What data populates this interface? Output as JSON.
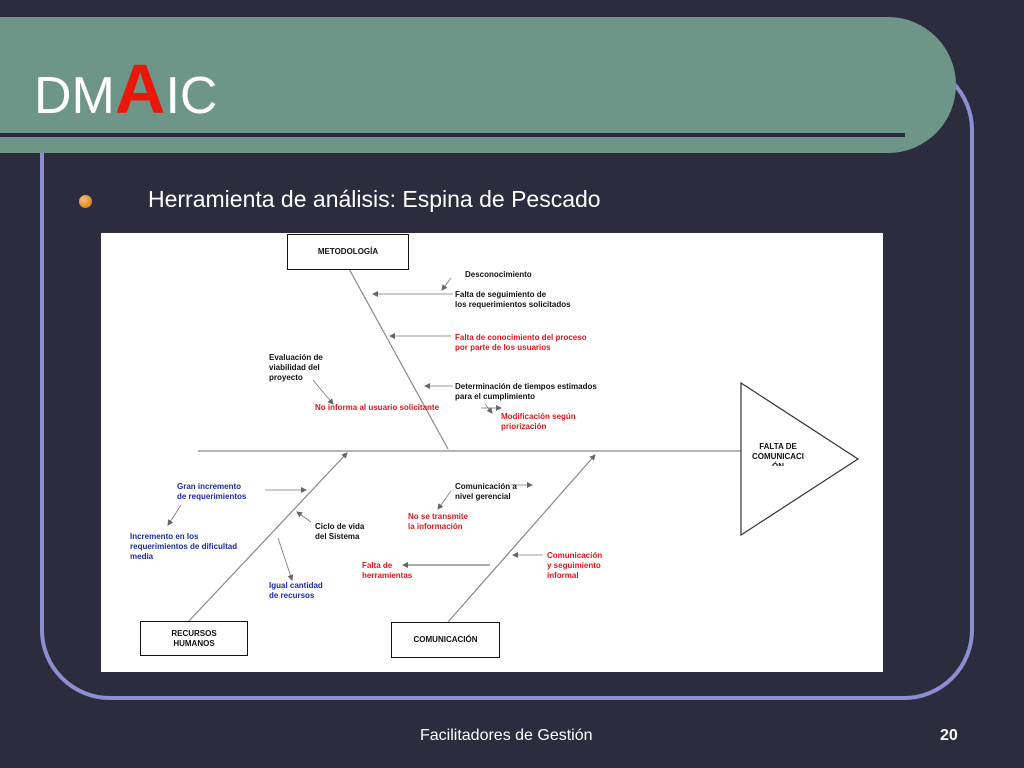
{
  "slide": {
    "title_pre": "DM",
    "title_big": "A",
    "title_post": "IC",
    "subtitle": "Herramienta de análisis: Espina de Pescado"
  },
  "diagram": {
    "head": "FALTA DE\nCOMUNICACI\nÓN",
    "categories": {
      "metodologia": "METODOLOGÍA",
      "recursos": "RECURSOS\nHUMANOS",
      "comunicacion": "COMUNICACIÓN"
    },
    "causes": {
      "desconocimiento": "Desconocimiento",
      "falta_seguimiento": "Falta de seguimiento de\nlos requerimientos solicitados",
      "falta_conocimiento": "Falta de conocimiento del proceso\npor parte de los usuarios",
      "evaluacion": "Evaluación de\nviabilidad del\nproyecto",
      "determinacion": "Determinación de tiempos estimados\npara el cumplimiento",
      "no_informa": "No informa al usuario solicitante",
      "modificacion": "Modificación según\npriorización",
      "gran_incremento": "Gran incremento\nde requerimientos",
      "incremento_dificultad": "Incremento en los\nrequerimientos de dificultad\nmedia",
      "ciclo_vida": "Ciclo de vida\ndel Sistema",
      "igual_cantidad": "Igual cantidad\nde recursos",
      "comunicacion_gerencial": "Comunicación a\nnivel gerencial",
      "no_transmite": "No se transmite\nla información",
      "comunicacion_informal": "Comunicación\ny seguimiento\ninformal",
      "falta_herramientas": "Falta de\nherramientas"
    }
  },
  "footer": {
    "text": "Facilitadores de Gestión",
    "page": "20"
  },
  "colors": {
    "background": "#2c2c3e",
    "title_band": "#6e9688",
    "frame_border": "#8d8fd2",
    "accent_red": "#e8170a",
    "cause_red": "#e0161b",
    "cause_blue": "#1b2ba8",
    "bullet": "#d98523"
  }
}
